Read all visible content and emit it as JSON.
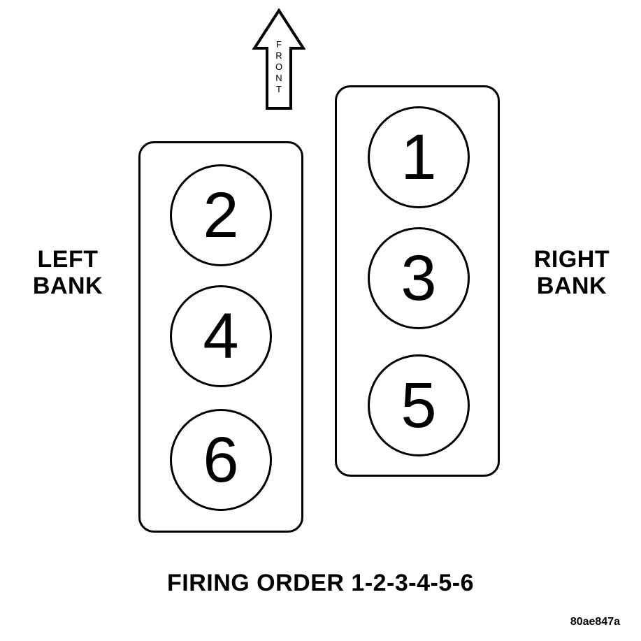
{
  "arrow": {
    "letters": [
      "F",
      "R",
      "O",
      "N",
      "T"
    ]
  },
  "left_bank": {
    "label_line1": "LEFT",
    "label_line2": "BANK",
    "cylinders": [
      "2",
      "4",
      "6"
    ]
  },
  "right_bank": {
    "label_line1": "RIGHT",
    "label_line2": "BANK",
    "cylinders": [
      "1",
      "3",
      "5"
    ]
  },
  "caption": "FIRING ORDER 1-2-3-4-5-6",
  "figure_id": "80ae847a"
}
